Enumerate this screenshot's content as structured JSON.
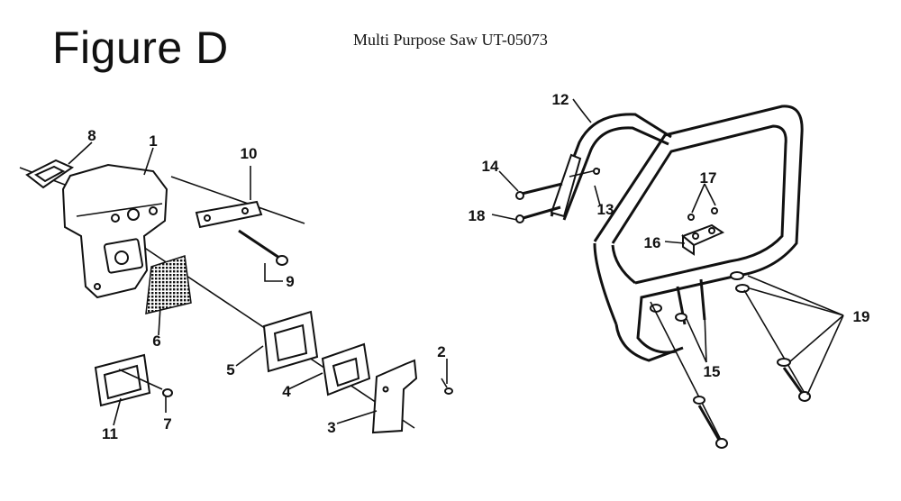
{
  "figure_title": "Figure D",
  "doc_title": "Multi Purpose Saw UT-05073",
  "callouts": [
    "1",
    "2",
    "3",
    "4",
    "5",
    "6",
    "7",
    "8",
    "9",
    "10",
    "11",
    "12",
    "13",
    "14",
    "15",
    "16",
    "17",
    "18",
    "19"
  ]
}
